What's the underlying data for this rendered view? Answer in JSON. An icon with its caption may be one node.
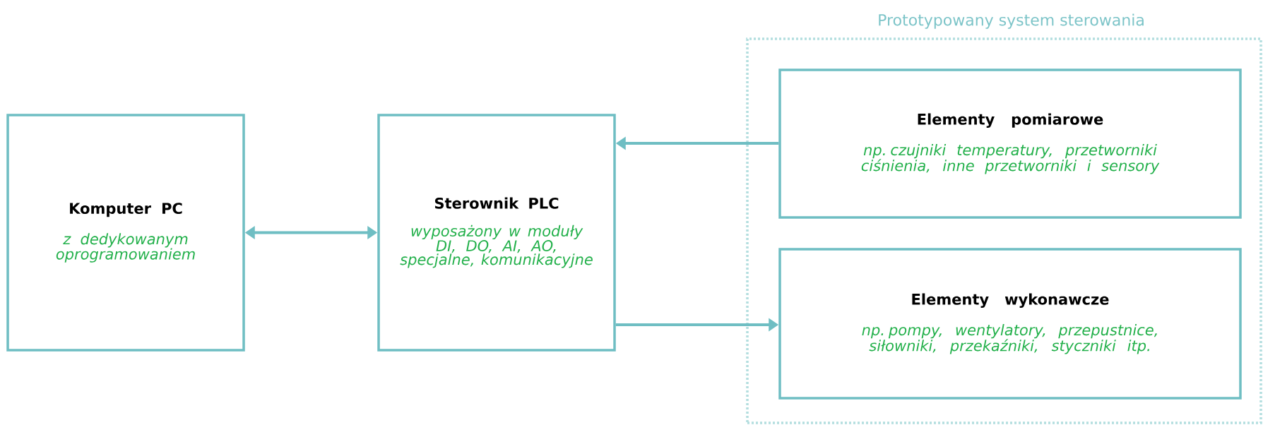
{
  "diagram": {
    "nodes": [
      {
        "text": [
          "Komputer PC",
          "z dedykowanym oprogramowaniem"
        ]
      },
      {
        "text": [
          "Sterownik PLC",
          "wyposażony w moduły DI, DO, AI, AO, specjalne, komunikacyjne"
        ]
      },
      {
        "text": [
          "Prototypowany system sterowania"
        ]
      },
      {
        "text": [
          "Elementy pomiarowe",
          "np. czujniki temperatury, przetworniki ciśnienia, inne przetworniki i sensory"
        ],
        "in": 2
      },
      {
        "text": [
          "Elementy wykonawcze",
          "np. pompy, wentylatory, przepustnice, siłowniki, przekaźniki, styczniki itp."
        ],
        "in": 2
      }
    ],
    "edges": [
      {
        "from": 0,
        "to": 1,
        "arrow": "both"
      },
      {
        "from": 3,
        "to": 1,
        "arrow": "to"
      },
      {
        "from": 1,
        "to": 4,
        "arrow": "to"
      }
    ]
  }
}
